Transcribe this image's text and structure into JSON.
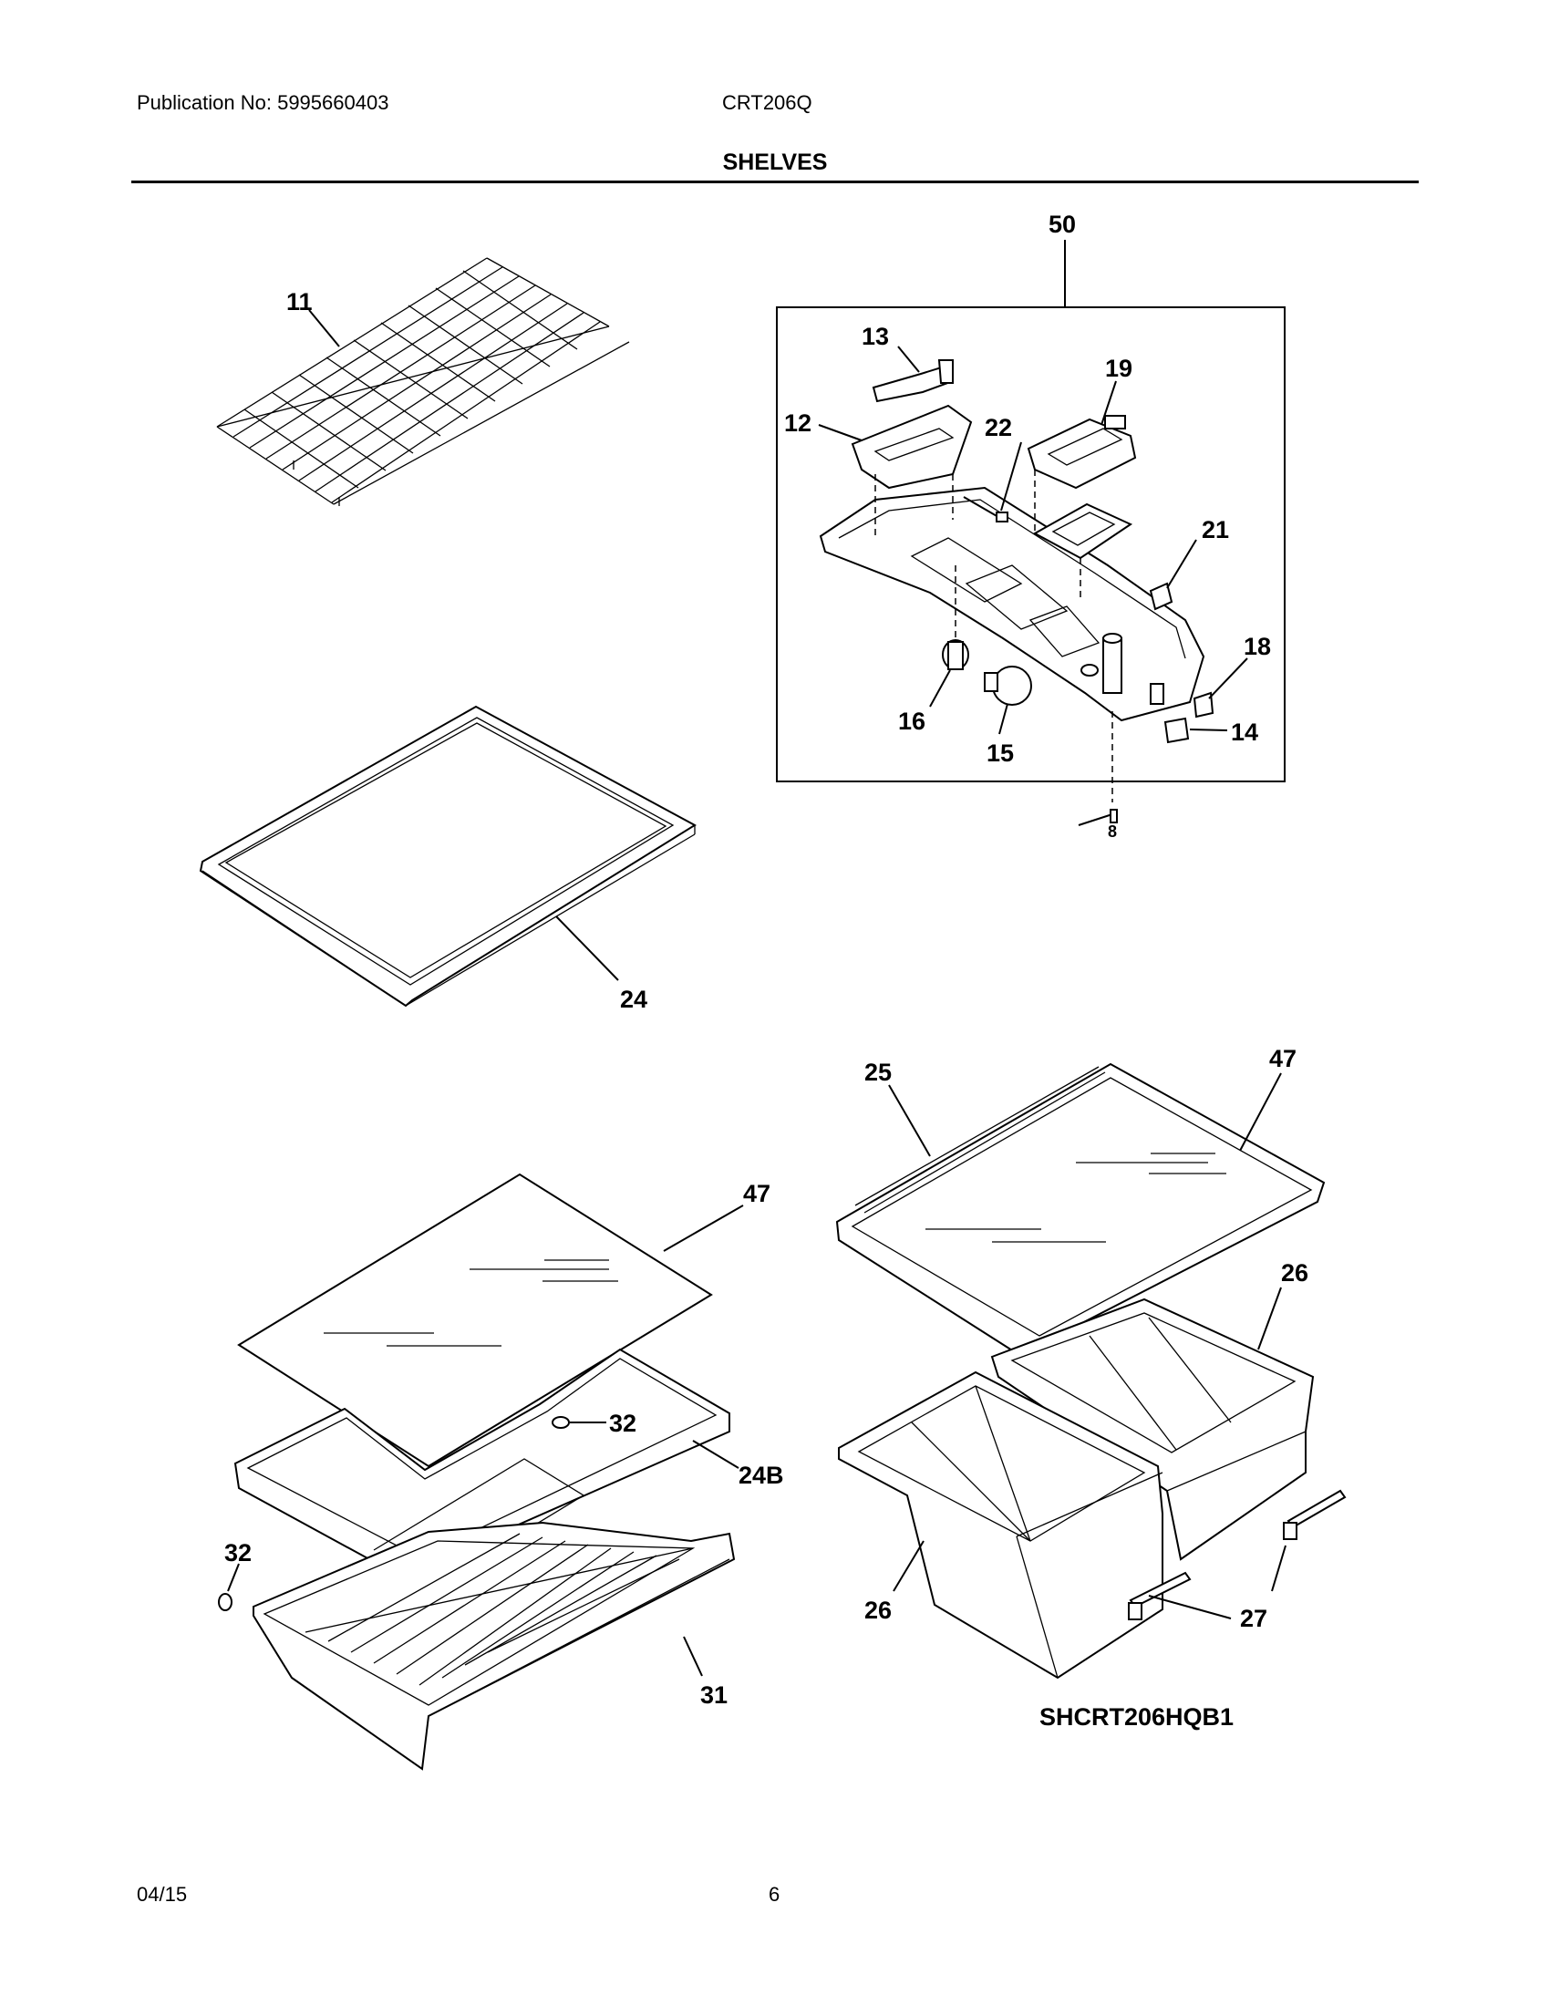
{
  "header": {
    "publication": "Publication No: 5995660403",
    "model": "CRT206Q",
    "section_title": "SHELVES"
  },
  "callouts": {
    "c11": "11",
    "c50": "50",
    "c13": "13",
    "c12": "12",
    "c22": "22",
    "c19": "19",
    "c21": "21",
    "c18": "18",
    "c16": "16",
    "c15": "15",
    "c14": "14",
    "c8": "8",
    "c24": "24",
    "c47a": "47",
    "c32a": "32",
    "c24b": "24B",
    "c32b": "32",
    "c31": "31",
    "c25": "25",
    "c47b": "47",
    "c26a": "26",
    "c26b": "26",
    "c27": "27"
  },
  "diagram_code": "SHCRT206HQB1",
  "footer": {
    "date": "04/15",
    "page": "6"
  }
}
